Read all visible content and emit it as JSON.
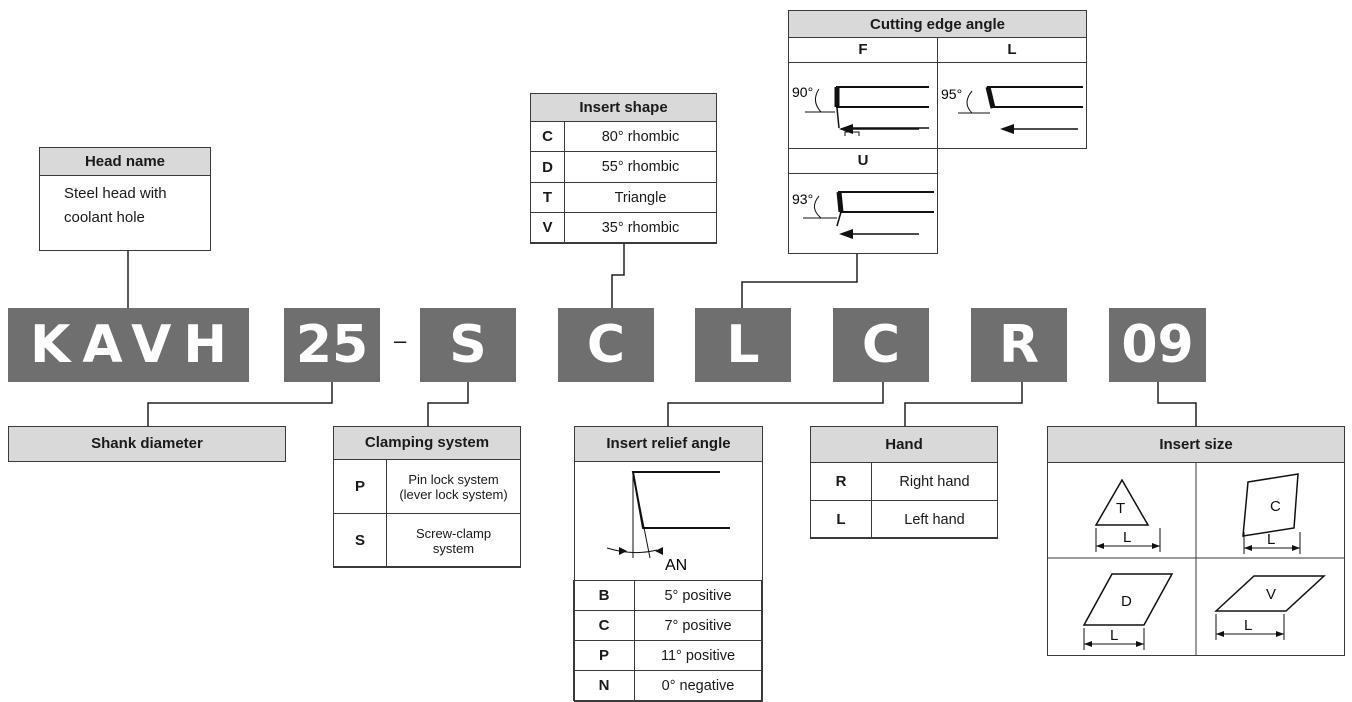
{
  "codes": [
    "KAVH",
    "25",
    "S",
    "C",
    "L",
    "C",
    "R",
    "09"
  ],
  "separator": "–",
  "head_name": {
    "title": "Head name",
    "text": "Steel head with\ncoolant hole"
  },
  "insert_shape": {
    "title": "Insert shape",
    "rows": [
      [
        "C",
        "80° rhombic"
      ],
      [
        "D",
        "55° rhombic"
      ],
      [
        "T",
        "Triangle"
      ],
      [
        "V",
        "35° rhombic"
      ]
    ]
  },
  "cutting_edge": {
    "title": "Cutting edge angle",
    "f": {
      "label": "F",
      "angle": "90°"
    },
    "l": {
      "label": "L",
      "angle": "95°"
    },
    "u": {
      "label": "U",
      "angle": "93°"
    }
  },
  "shank": {
    "title": "Shank diameter"
  },
  "clamping": {
    "title": "Clamping system",
    "rows": [
      [
        "P",
        "Pin lock system\n(lever lock system)"
      ],
      [
        "S",
        "Screw-clamp\nsystem"
      ]
    ]
  },
  "relief": {
    "title": "Insert relief angle",
    "an_label": "AN",
    "rows": [
      [
        "B",
        "5° positive"
      ],
      [
        "C",
        "7° positive"
      ],
      [
        "P",
        "11° positive"
      ],
      [
        "N",
        "0° negative"
      ]
    ]
  },
  "hand": {
    "title": "Hand",
    "rows": [
      [
        "R",
        "Right hand"
      ],
      [
        "L",
        "Left hand"
      ]
    ]
  },
  "insert_size": {
    "title": "Insert size",
    "shapes": [
      "T",
      "C",
      "D",
      "V"
    ],
    "dim_label": "L"
  }
}
